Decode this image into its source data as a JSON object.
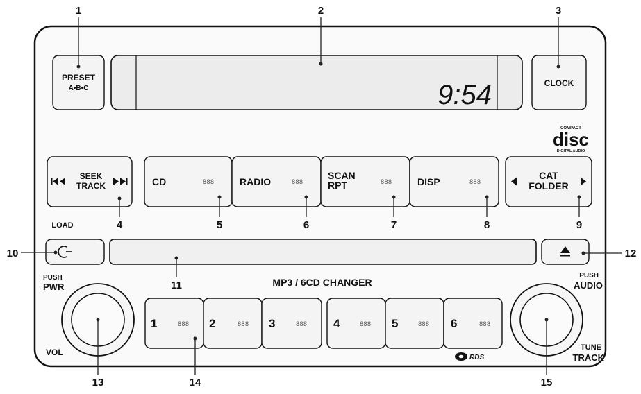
{
  "display": {
    "time": "9:54"
  },
  "buttons": {
    "preset_line1": "PRESET",
    "preset_line2": "A•B•C",
    "clock": "CLOCK",
    "seek_line1": "SEEK",
    "seek_line2": "TRACK",
    "cd": "CD",
    "radio": "RADIO",
    "scan_line1": "SCAN",
    "scan_line2": "RPT",
    "disp": "DISP",
    "cat_line1": "CAT",
    "folder_line2": "FOLDER",
    "presets": [
      "1",
      "2",
      "3",
      "4",
      "5",
      "6"
    ],
    "led_glyph": "888"
  },
  "labels": {
    "load": "LOAD",
    "push_pwr_line1": "PUSH",
    "push_pwr_line2": "PWR",
    "vol": "VOL",
    "push_audio_line1": "PUSH",
    "push_audio_line2": "AUDIO",
    "tune_line1": "TUNE",
    "tune_line2": "TRACK",
    "changer": "MP3 / 6CD CHANGER",
    "compact_disc_small": "COMPACT",
    "compact_disc_big": "disc",
    "compact_disc_sub": "DIGITAL AUDIO",
    "rds": "RDS"
  },
  "callouts": [
    "1",
    "2",
    "3",
    "4",
    "5",
    "6",
    "7",
    "8",
    "9",
    "10",
    "11",
    "12",
    "13",
    "14",
    "15"
  ]
}
